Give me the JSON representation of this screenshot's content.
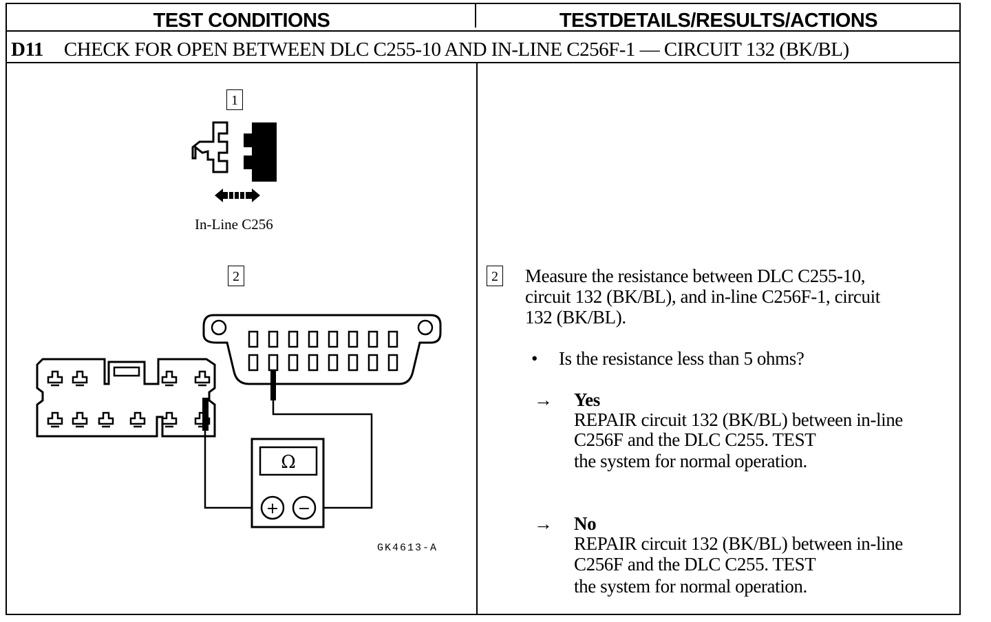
{
  "headers": {
    "test_conditions": "TEST CONDITIONS",
    "test_details": "TESTDETAILS/RESULTS/ACTIONS"
  },
  "step": {
    "id": "D11",
    "title": "CHECK FOR OPEN BETWEEN DLC C255-10 AND IN-LINE C256F-1 — CIRCUIT 132 (BK/BL)"
  },
  "figure": {
    "box1": "1",
    "caption1": "In-Line C256",
    "box2": "2",
    "ohm_symbol": "Ω",
    "plus": "+",
    "minus": "−",
    "figure_id": "GK4613-A"
  },
  "details": {
    "box": "2",
    "instruction": [
      "Measure the resistance between DLC C255-10,",
      "circuit 132 (BK/BL), and in-line C256F-1, circuit",
      "132 (BK/BL)."
    ],
    "bullet": "•",
    "question": "Is the resistance less than 5 ohms?",
    "arrow": "→",
    "yes_label": "Yes",
    "yes_action": [
      "REPAIR circuit 132 (BK/BL) between in-line",
      "C256F and the DLC C255. TEST",
      " the system for normal operation."
    ],
    "no_label": "No",
    "no_action": [
      "REPAIR circuit 132 (BK/BL) between in-line",
      "C256F and the DLC C255. TEST",
      " the system for normal operation."
    ]
  }
}
